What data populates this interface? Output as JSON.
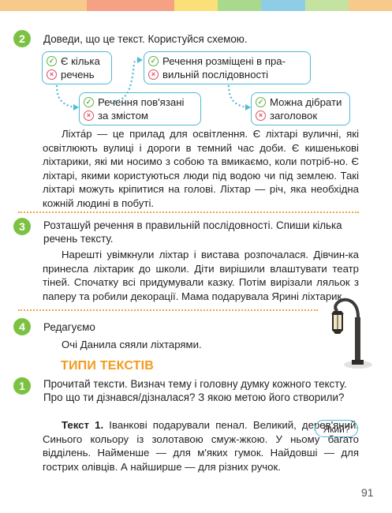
{
  "colors": {
    "strip": [
      "#f7c98a",
      "#f7c98a",
      "#f7a184",
      "#f7a184",
      "#fbe07a",
      "#a9d98a",
      "#8fcde6",
      "#c5e3a0",
      "#f7c98a"
    ],
    "task_badge": "#7cc242",
    "accent": "#4fb9d6",
    "section_title": "#f39a1f",
    "dots": "#f0a542"
  },
  "task2": {
    "number": "2",
    "instruction": "Доведи, що це текст. Користуйся схемою.",
    "boxes": [
      {
        "ok": "Є кілька",
        "no": "речень"
      },
      {
        "ok": "Речення пов'язані",
        "no": "за змістом"
      },
      {
        "ok": "Речення розміщені в пра-",
        "no": "вильній послідовності"
      },
      {
        "ok": "Можна дібрати",
        "no": "заголовок"
      }
    ],
    "text": "Ліхта́р — це прилад для освітлення. Є ліхтарі вуличні, які освітлюють вулиці і дороги в темний час доби. Є кишенькові ліхтарики, які ми носимо з собою та вмикаємо, коли потріб-но. Є ліхтарі, якими користуються люди під водою чи під землею. Такі ліхтарі можуть кріпитися на голові. Ліхтар — річ, яка необхідна кожній людині  в побуті."
  },
  "task3": {
    "number": "3",
    "instruction": "Розташуй речення в правильній послідовності. Спиши кілька речень тексту.",
    "text": "Нарешті увімкнули ліхтар і вистава розпочалася. Дівчин-ка принесла ліхтарик до школи. Діти вирішили влаштувати театр тіней. Спочатку всі придумували казку. Потім вирізали ляльок з паперу та робили декорації. Мама подарувала Ярині ліхтарик."
  },
  "task4": {
    "number": "4",
    "instruction": "Редагуємо",
    "text": "Очі Данила сяяли ліхтарями."
  },
  "section": {
    "title": "ТИПИ ТЕКСТІВ"
  },
  "task1": {
    "number": "1",
    "instruction": "Прочитай тексти. Визнач тему і головну думку кожного тексту. Про що ти дізнався/дізналася? З якою метою його створили?",
    "text_label": "Текст 1.",
    "text": "Іванкові подарували пенал. Великий, дерев'яний. Синього кольору із золотавою смуж-жкою. У ньому багато відділень. Найменше — для м'яких гумок. Найдовші — для гострих олівців. А найширше — для різних ручок.",
    "bubble": "Який?"
  },
  "page_number": "91",
  "icons": {
    "ok": "check-circle-icon",
    "no": "cross-circle-icon"
  }
}
